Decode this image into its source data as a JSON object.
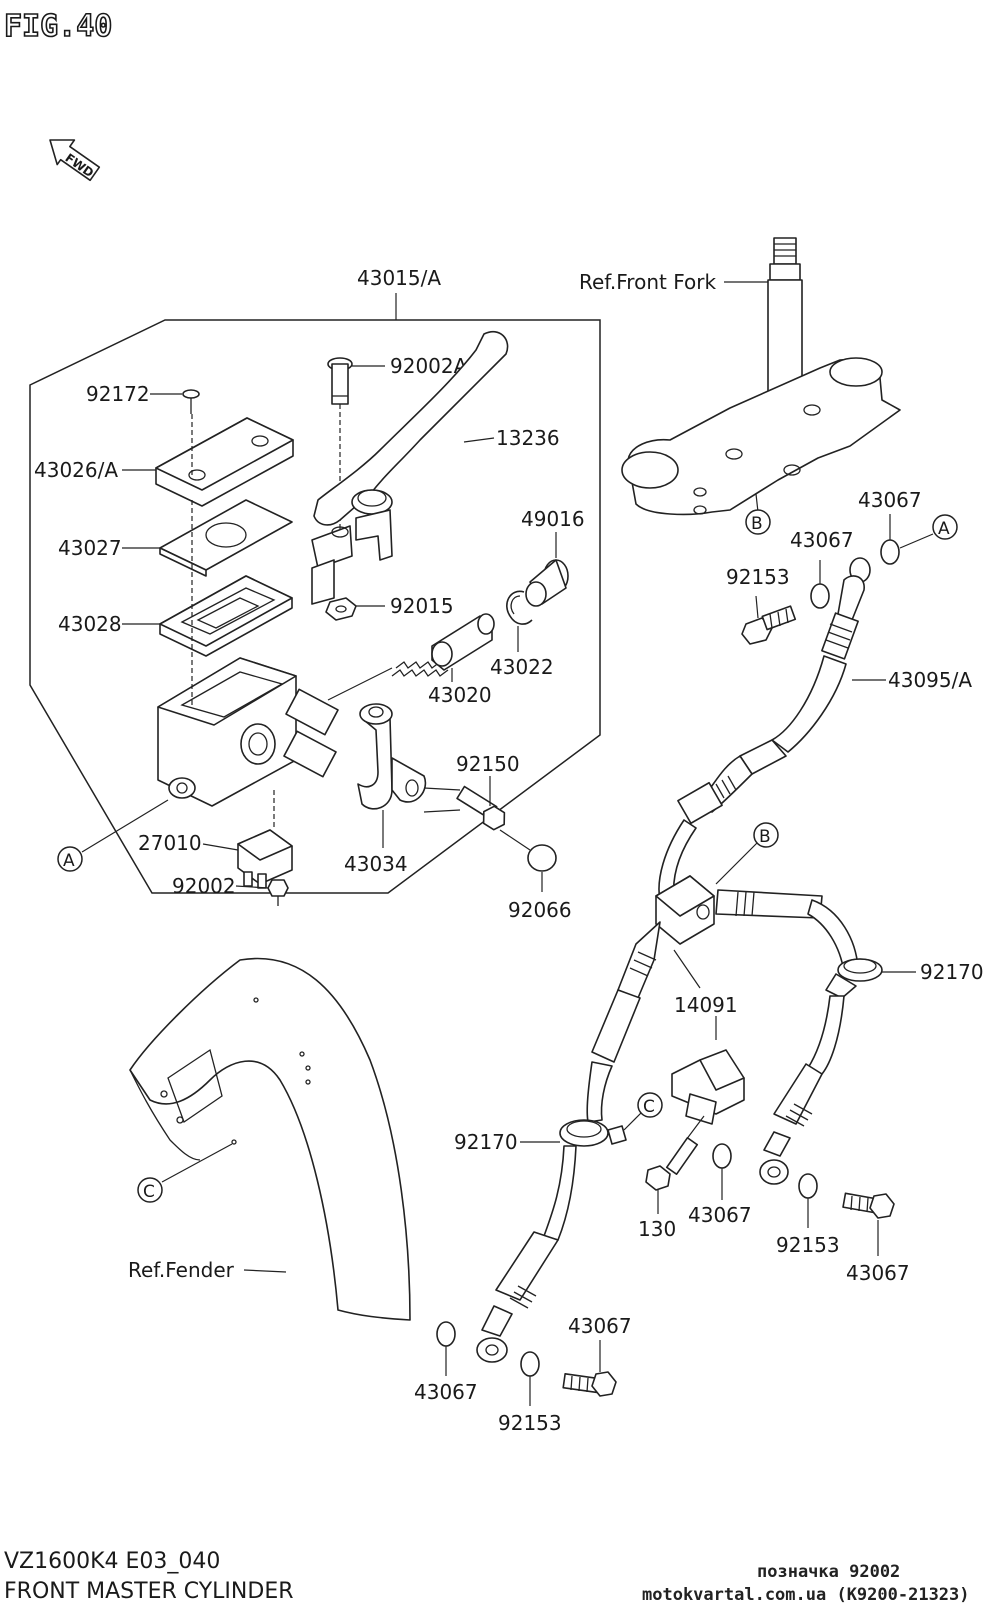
{
  "figure": {
    "number": "FIG.40",
    "fwd_label": "FWD",
    "model": "VZ1600K4 E03_040",
    "title": "FRONT MASTER CYLINDER"
  },
  "watermark": {
    "line1": "позначка 92002",
    "line2": "motokvartal.com.ua (K9200-21323)"
  },
  "references": {
    "front_fork": "Ref.Front Fork",
    "fender": "Ref.Fender"
  },
  "callouts": {
    "A": "A",
    "B": "B",
    "C": "C"
  },
  "parts": [
    "43015/A",
    "92002A",
    "92172",
    "13236",
    "43026/A",
    "49016",
    "43027",
    "92015",
    "43028",
    "43022",
    "43020",
    "92150",
    "27010",
    "43034",
    "92002",
    "92066",
    "43067",
    "92153",
    "43095/A",
    "92170",
    "14091",
    "130",
    "43067",
    "43067",
    "92153",
    "43067",
    "43067",
    "92153",
    "92170",
    "43067"
  ]
}
